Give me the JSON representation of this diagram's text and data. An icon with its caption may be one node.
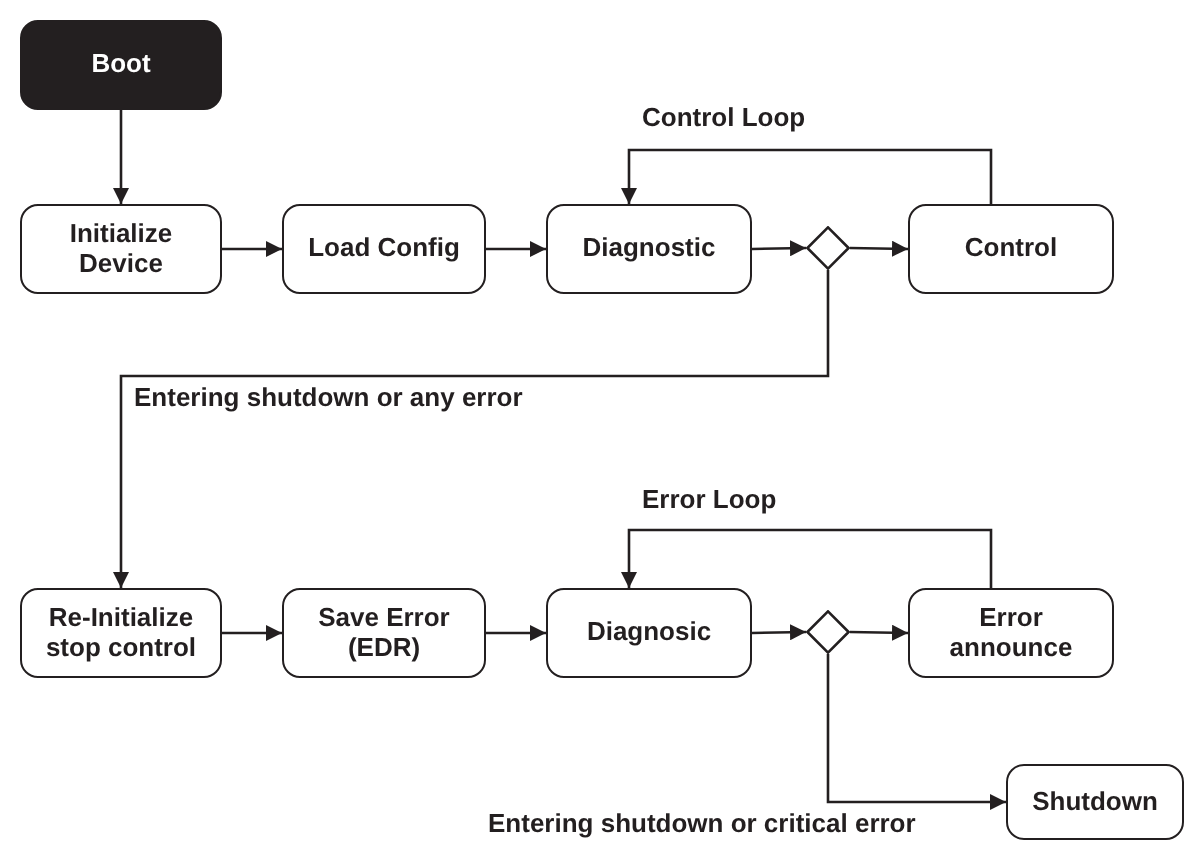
{
  "diagram": {
    "nodes": [
      {
        "text": [
          "Boot"
        ]
      },
      {
        "text": [
          "Initialize Device"
        ]
      },
      {
        "text": [
          "Load Config"
        ]
      },
      {
        "text": [
          "Diagnostic"
        ]
      },
      {
        "text": [],
        "shape": "diamond"
      },
      {
        "text": [
          "Control"
        ]
      },
      {
        "text": [
          "Re-Initialize stop control"
        ]
      },
      {
        "text": [
          "Save Error (EDR)"
        ]
      },
      {
        "text": [
          "Diagnosic"
        ]
      },
      {
        "text": [],
        "shape": "diamond"
      },
      {
        "text": [
          "Error announce"
        ]
      },
      {
        "text": [
          "Shutdown"
        ]
      }
    ],
    "edges": [
      {
        "from": 0,
        "to": 1,
        "arrow": "to"
      },
      {
        "from": 1,
        "to": 2,
        "arrow": "to"
      },
      {
        "from": 2,
        "to": 3,
        "arrow": "to"
      },
      {
        "from": 3,
        "to": 4,
        "arrow": "to"
      },
      {
        "from": 4,
        "to": 5,
        "arrow": "to"
      },
      {
        "from": 5,
        "to": 3,
        "arrow": "to",
        "label": "Control Loop"
      },
      {
        "from": 4,
        "to": 6,
        "arrow": "to",
        "label": "Entering shutdown or any error"
      },
      {
        "from": 6,
        "to": 7,
        "arrow": "to"
      },
      {
        "from": 7,
        "to": 8,
        "arrow": "to"
      },
      {
        "from": 8,
        "to": 9,
        "arrow": "to"
      },
      {
        "from": 9,
        "to": 10,
        "arrow": "to"
      },
      {
        "from": 10,
        "to": 8,
        "arrow": "to",
        "label": "Error Loop"
      },
      {
        "from": 9,
        "to": 11,
        "arrow": "to",
        "label": "Entering shutdown or critical error"
      }
    ]
  }
}
